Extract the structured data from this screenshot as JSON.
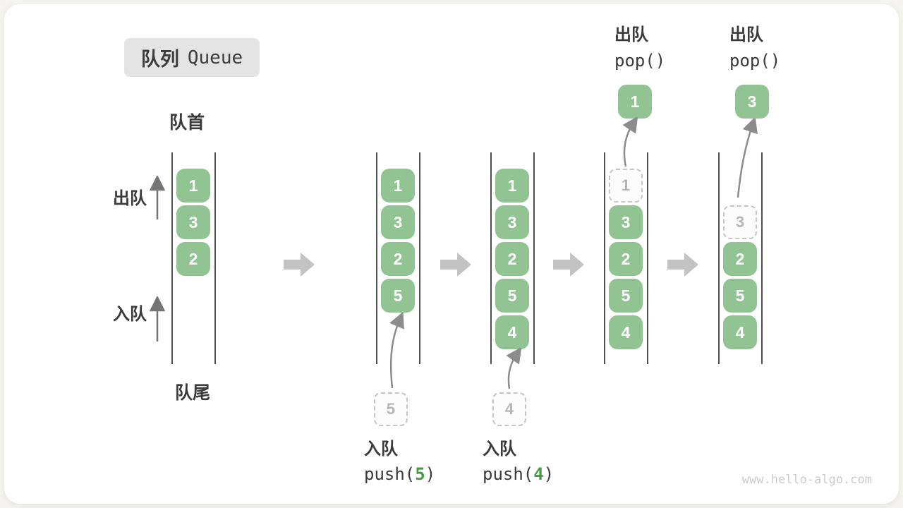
{
  "title": {
    "zh": "队列",
    "en": "Queue"
  },
  "labels": {
    "front": "队首",
    "rear": "队尾",
    "dequeue": "出队",
    "enqueue": "入队"
  },
  "columns": [
    {
      "name": "state-initial",
      "cells": [
        "1",
        "3",
        "2"
      ]
    },
    {
      "name": "state-after-push-5",
      "cells": [
        "1",
        "3",
        "2",
        "5"
      ],
      "below": {
        "label_zh": "入队",
        "op_prefix": "push(",
        "op_arg": "5",
        "op_suffix": ")",
        "staged": "5"
      }
    },
    {
      "name": "state-after-push-4",
      "cells": [
        "1",
        "3",
        "2",
        "5",
        "4"
      ],
      "below": {
        "label_zh": "入队",
        "op_prefix": "push(",
        "op_arg": "4",
        "op_suffix": ")",
        "staged": "4"
      }
    },
    {
      "name": "state-after-pop-1",
      "ghost": "1",
      "cells": [
        "3",
        "2",
        "5",
        "4"
      ],
      "above": {
        "label_zh": "出队",
        "op": "pop()",
        "popped": "1"
      }
    },
    {
      "name": "state-after-pop-3",
      "ghost": "3",
      "cells": [
        "2",
        "5",
        "4"
      ],
      "above": {
        "label_zh": "出队",
        "op": "pop()",
        "popped": "3"
      }
    }
  ],
  "watermark": "www.hello-algo.com",
  "colors": {
    "cell_green": "#92C493",
    "op_arg_green": "#469B46",
    "flow_arrow_gray": "#C3C3C3",
    "text_dark": "#3A3A3A",
    "ghost_gray": "#B5B5B5"
  }
}
